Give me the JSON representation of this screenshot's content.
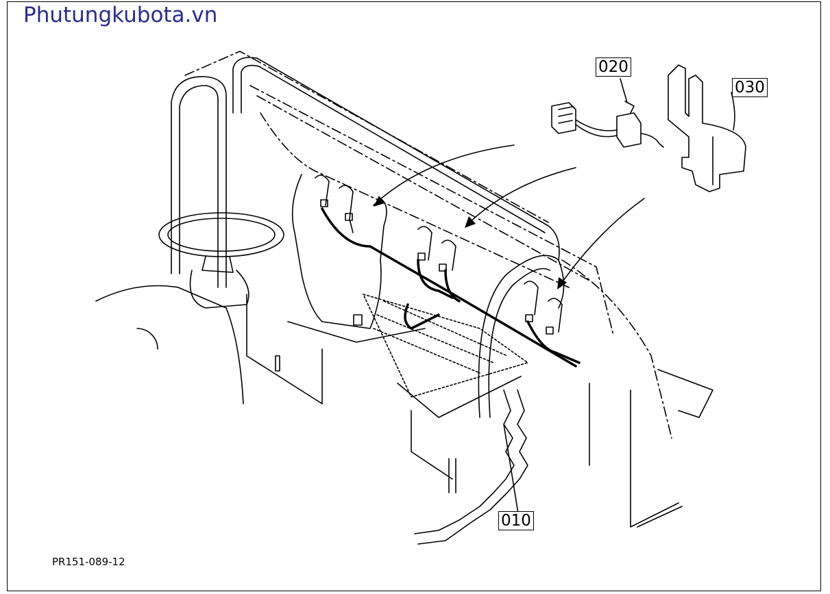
{
  "watermark": "Phutungkubota.vn",
  "drawing_code": "PR151-089-12",
  "colors": {
    "watermark": "#2b2b8c",
    "line": "#000000",
    "background": "#ffffff"
  },
  "parts": [
    {
      "label": "010"
    },
    {
      "label": "020"
    },
    {
      "label": "030"
    }
  ]
}
